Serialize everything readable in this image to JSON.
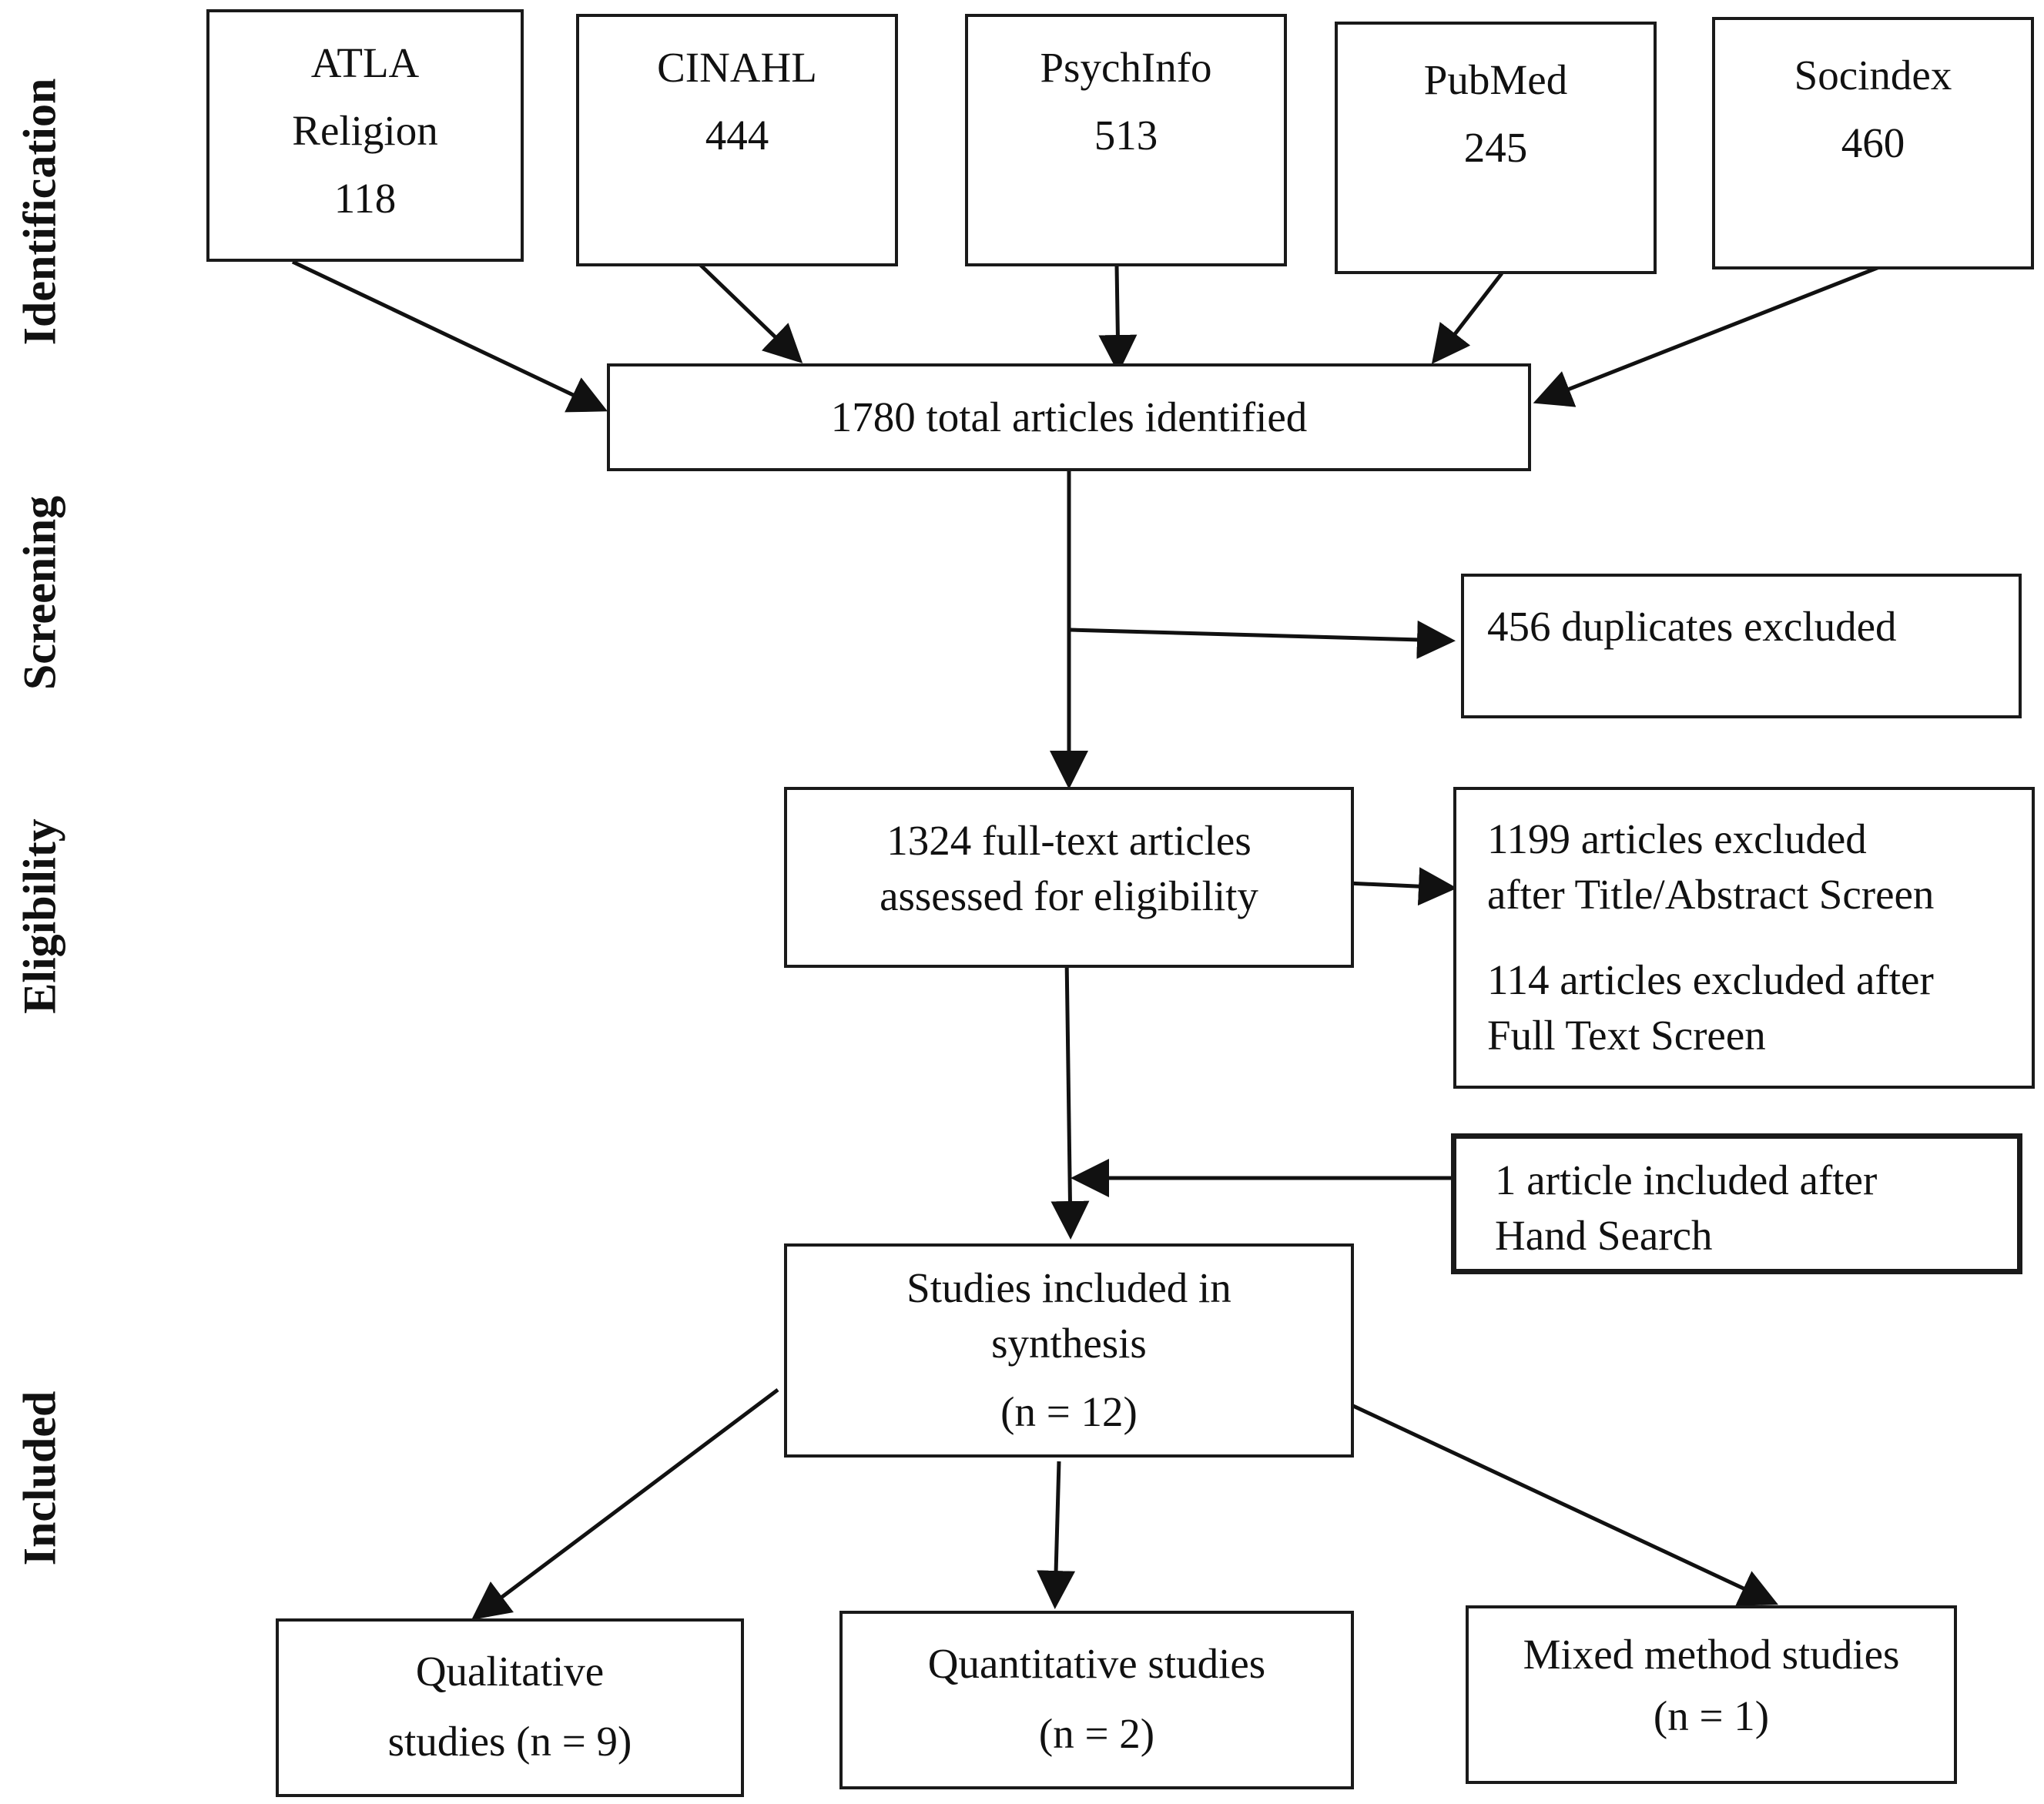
{
  "stages": [
    "Identification",
    "Screening",
    "Eligibility",
    "Included"
  ],
  "sources": [
    {
      "name_line1": "ATLA",
      "name_line2": "Religion",
      "count": "118"
    },
    {
      "name": "CINAHL",
      "count": "444"
    },
    {
      "name": "PsychInfo",
      "count": "513"
    },
    {
      "name": "PubMed",
      "count": "245"
    },
    {
      "name": "Socindex",
      "count": "460"
    }
  ],
  "total": "1780 total articles identified",
  "duplicates": "456 duplicates excluded",
  "fulltext": {
    "line1": "1324 full-text articles",
    "line2": "assessed for eligibility"
  },
  "excluded": {
    "line1": "1199 articles excluded",
    "line2": "after Title/Abstract Screen",
    "line3": "114 articles excluded after",
    "line4": "Full Text Screen"
  },
  "hand_search": {
    "line1": "1 article included after",
    "line2": "Hand Search"
  },
  "synthesis": {
    "line1": "Studies included in",
    "line2": "synthesis",
    "line3": "(n = 12)"
  },
  "qualitative": {
    "line1": "Qualitative",
    "line2": "studies (n = 9)"
  },
  "quantitative": {
    "line1": "Quantitative studies",
    "line2": "(n = 2)"
  },
  "mixed": {
    "line1": "Mixed method studies",
    "line2": "(n = 1)"
  }
}
